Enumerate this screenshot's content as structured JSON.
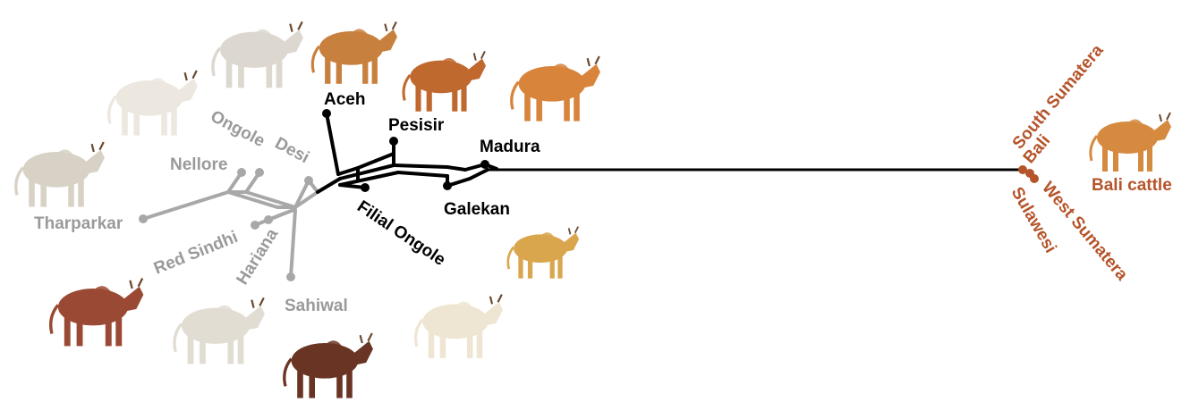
{
  "colors": {
    "indonesian": "#000000",
    "indicine": "#9a9a9a",
    "bali": "#b5542a",
    "cattle_palette": [
      "#c8753a",
      "#b8552f",
      "#e8e2d6",
      "#5a3a2a",
      "#d9a15a"
    ]
  },
  "labels": {
    "aceh": "Aceh",
    "pesisir": "Pesisir",
    "madura": "Madura",
    "galekan": "Galekan",
    "filial_ongole": "Filial Ongole",
    "ongole": "Ongole",
    "desi": "Desi",
    "nellore": "Nellore",
    "tharparkar": "Tharparkar",
    "red_sindhi": "Red Sindhi",
    "hariana": "Hariana",
    "sahiwal": "Sahiwal",
    "south_sumatera": "South Sumatera",
    "bali": "Bali",
    "west_sumatera": "West Sumatera",
    "sulawesi": "Sulawesi",
    "bali_cattle": "Bali cattle"
  },
  "cattle_illustrations": [
    {
      "id": "tharparkar",
      "coat": "light-grey"
    },
    {
      "id": "nellore",
      "coat": "white"
    },
    {
      "id": "ongole",
      "coat": "white-grey"
    },
    {
      "id": "aceh",
      "coat": "brown"
    },
    {
      "id": "pesisir",
      "coat": "reddish-brown"
    },
    {
      "id": "madura",
      "coat": "orange-brown"
    },
    {
      "id": "galekan",
      "coat": "tan"
    },
    {
      "id": "filial-ongole",
      "coat": "cream"
    },
    {
      "id": "sahiwal",
      "coat": "dark-red"
    },
    {
      "id": "hariana",
      "coat": "grey-white"
    },
    {
      "id": "red-sindhi",
      "coat": "red"
    },
    {
      "id": "bali-cattle",
      "coat": "orange-brown"
    }
  ]
}
